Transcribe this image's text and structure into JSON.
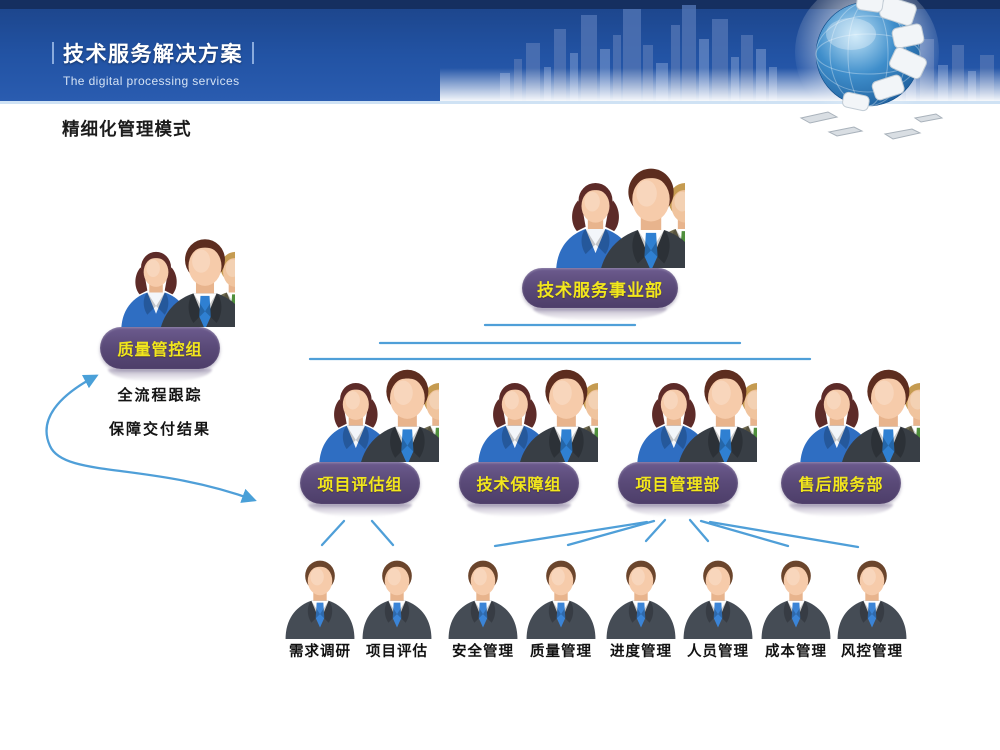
{
  "header": {
    "title": "技术服务解决方案",
    "subtitle": "The digital processing services"
  },
  "page": {
    "heading": "精细化管理模式"
  },
  "org": {
    "root_label": "技术服务事业部",
    "left_label": "质量管控组",
    "left_note1": "全流程跟踪",
    "left_note2": "保障交付结果",
    "mid_groups": [
      "项目评估组",
      "技术保障组",
      "项目管理部",
      "售后服务部"
    ],
    "roles": [
      "需求调研",
      "项目评估",
      "安全管理",
      "质量管理",
      "进度管理",
      "人员管理",
      "成本管理",
      "风控管理"
    ]
  },
  "icons": {
    "team": "three-person-team-icon",
    "person": "businessman-icon",
    "globe": "puzzle-globe-icon",
    "skyline": "city-skyline-graphic"
  },
  "colors": {
    "node_purple": "#5a4a78",
    "node_text_yellow": "#f2e71c",
    "connector_blue": "#4f9fd8",
    "header_blue": "#2253a4"
  }
}
